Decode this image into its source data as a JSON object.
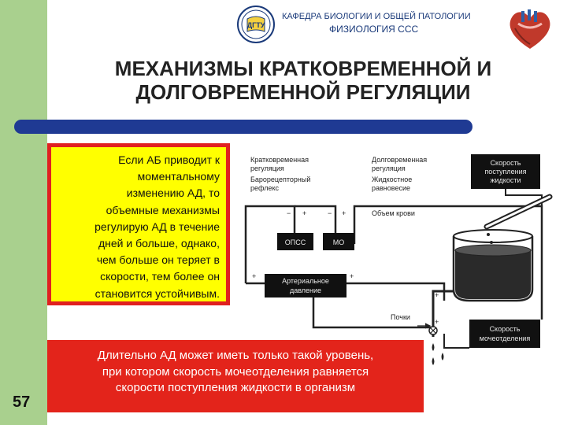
{
  "header": {
    "line1": "КАФЕДРА БИОЛОГИИ И ОБЩЕЙ ПАТОЛОГИИ",
    "line2": "ФИЗИОЛОГИЯ ССС",
    "logo_text": "ДГТУ"
  },
  "title": {
    "line1": "МЕХАНИЗМЫ КРАТКОВРЕМЕННОЙ И",
    "line2": "ДОЛГОВРЕМЕННОЙ РЕГУЛЯЦИИ"
  },
  "yellow_box": {
    "lines": [
      "Если АБ приводит к",
      "моментальному",
      "изменению АД, то",
      "объемные механизмы",
      "регулирую АД в течение",
      "дней и больше, однако,",
      "чем больше он теряет в",
      "скорости, тем более он",
      "становится устойчивым."
    ]
  },
  "red_box": {
    "lines": [
      "Длительно АД может иметь только такой уровень,",
      "при котором скорость мочеотделения равняется",
      "скорости поступления жидкости в организм"
    ]
  },
  "page_number": "57",
  "diagram": {
    "short_term_line1": "Кратковременная",
    "short_term_line2": "регуляция",
    "baroreceptor_line1": "Барорецепторный",
    "baroreceptor_line2": "рефлекс",
    "long_term_line1": "Долговременная",
    "long_term_line2": "регуляция",
    "fluid_balance_line1": "Жидкостное",
    "fluid_balance_line2": "равновесие",
    "inflow_rate_line1": "Скорость",
    "inflow_rate_line2": "поступления",
    "inflow_rate_line3": "жидкости",
    "blood_volume": "Объем крови",
    "opss": "ОПСС",
    "mo": "МО",
    "arterial_pressure_line1": "Артериальное",
    "arterial_pressure_line2": "давление",
    "kidneys": "Почки",
    "urine_rate_line1": "Скорость",
    "urine_rate_line2": "мочеотделения",
    "plus": "+",
    "minus": "−"
  }
}
